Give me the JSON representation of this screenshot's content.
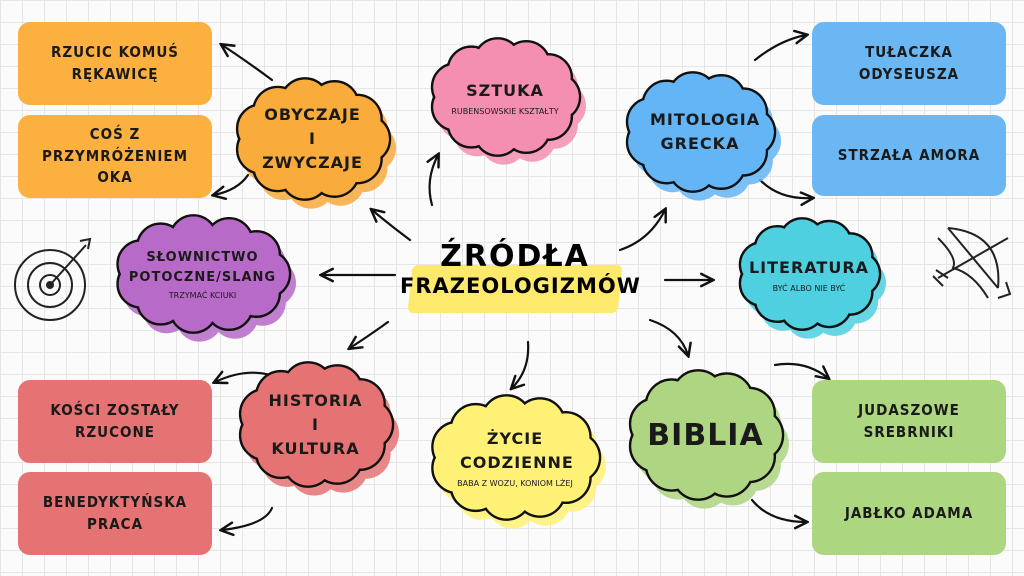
{
  "title": {
    "line1": "ŹRÓDŁA",
    "line2": "FRAZEOLOGIZMÓW"
  },
  "clouds": {
    "obyczaje": {
      "title": "OBYCZAJE I ZWYCZAJE",
      "color": "#f9ab3c"
    },
    "sztuka": {
      "title": "SZTUKA",
      "subtitle": "RUBENSOWSKIE KSZTAŁTY",
      "color": "#f48fb1"
    },
    "mitologia": {
      "title": "MITOLOGIA GRECKA",
      "color": "#64b5f6"
    },
    "slownictwo": {
      "title": "SŁOWNICTWO POTOCZNE/SLANG",
      "subtitle": "TRZYMAĆ KCIUKI",
      "color": "#b86ac8"
    },
    "literatura": {
      "title": "LITERATURA",
      "subtitle": "BYĆ ALBO NIE BYĆ",
      "color": "#4fd0e0"
    },
    "historia": {
      "title": "HISTORIA I KULTURA",
      "color": "#e57373"
    },
    "zycie": {
      "title": "ŻYCIE CODZIENNE",
      "subtitle": "BABA Z WOZU, KONIOM LŻEJ",
      "color": "#fff176"
    },
    "biblia": {
      "title": "BIBLIA",
      "color": "#aed581"
    }
  },
  "boxes": {
    "rzucic": "RZUCIC KOMUŚ RĘKAWICĘ",
    "cos": "COŚ Z PRZYMRÓŻENIEM OKA",
    "tulaczka": "TUŁACZKA ODYSEUSZA",
    "strzala": "STRZAŁA AMORA",
    "kosci": "KOŚCI ZOSTAŁY RZUCONE",
    "benedyktynska": "BENEDYKTYŃSKA PRACA",
    "judaszowe": "JUDASZOWE SREBRNIKI",
    "jablko": "JABŁKO ADAMA"
  },
  "colors": {
    "orange": "#fbb040",
    "blue": "#6ab7f3",
    "red": "#e57373",
    "green": "#acd67f"
  }
}
